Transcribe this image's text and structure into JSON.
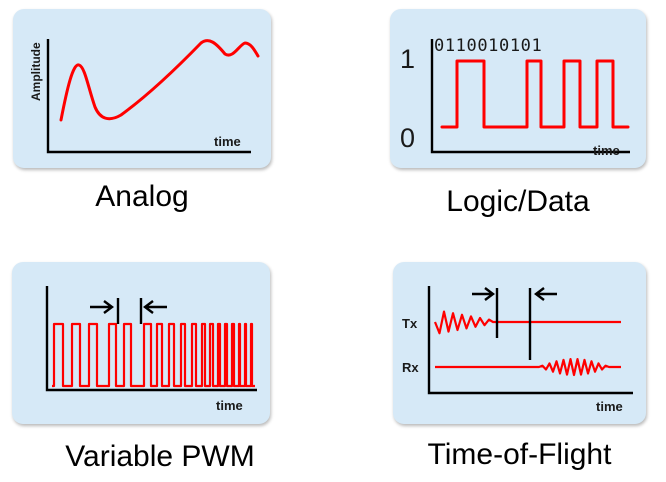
{
  "panels": {
    "analog": {
      "caption": "Analog",
      "y_axis_label": "Amplitude",
      "x_axis_label": "time"
    },
    "logic": {
      "caption": "Logic/Data",
      "bits": "0110010101",
      "level_high": "1",
      "level_low": "0",
      "x_axis_label": "time"
    },
    "pwm": {
      "caption": "Variable PWM",
      "x_axis_label": "time"
    },
    "tof": {
      "caption": "Time-of-Flight",
      "tx_label": "Tx",
      "rx_label": "Rx",
      "x_axis_label": "time"
    }
  },
  "colors": {
    "panel_bg": "#d6e9f7",
    "signal": "#ff0000",
    "axis": "#000000"
  }
}
